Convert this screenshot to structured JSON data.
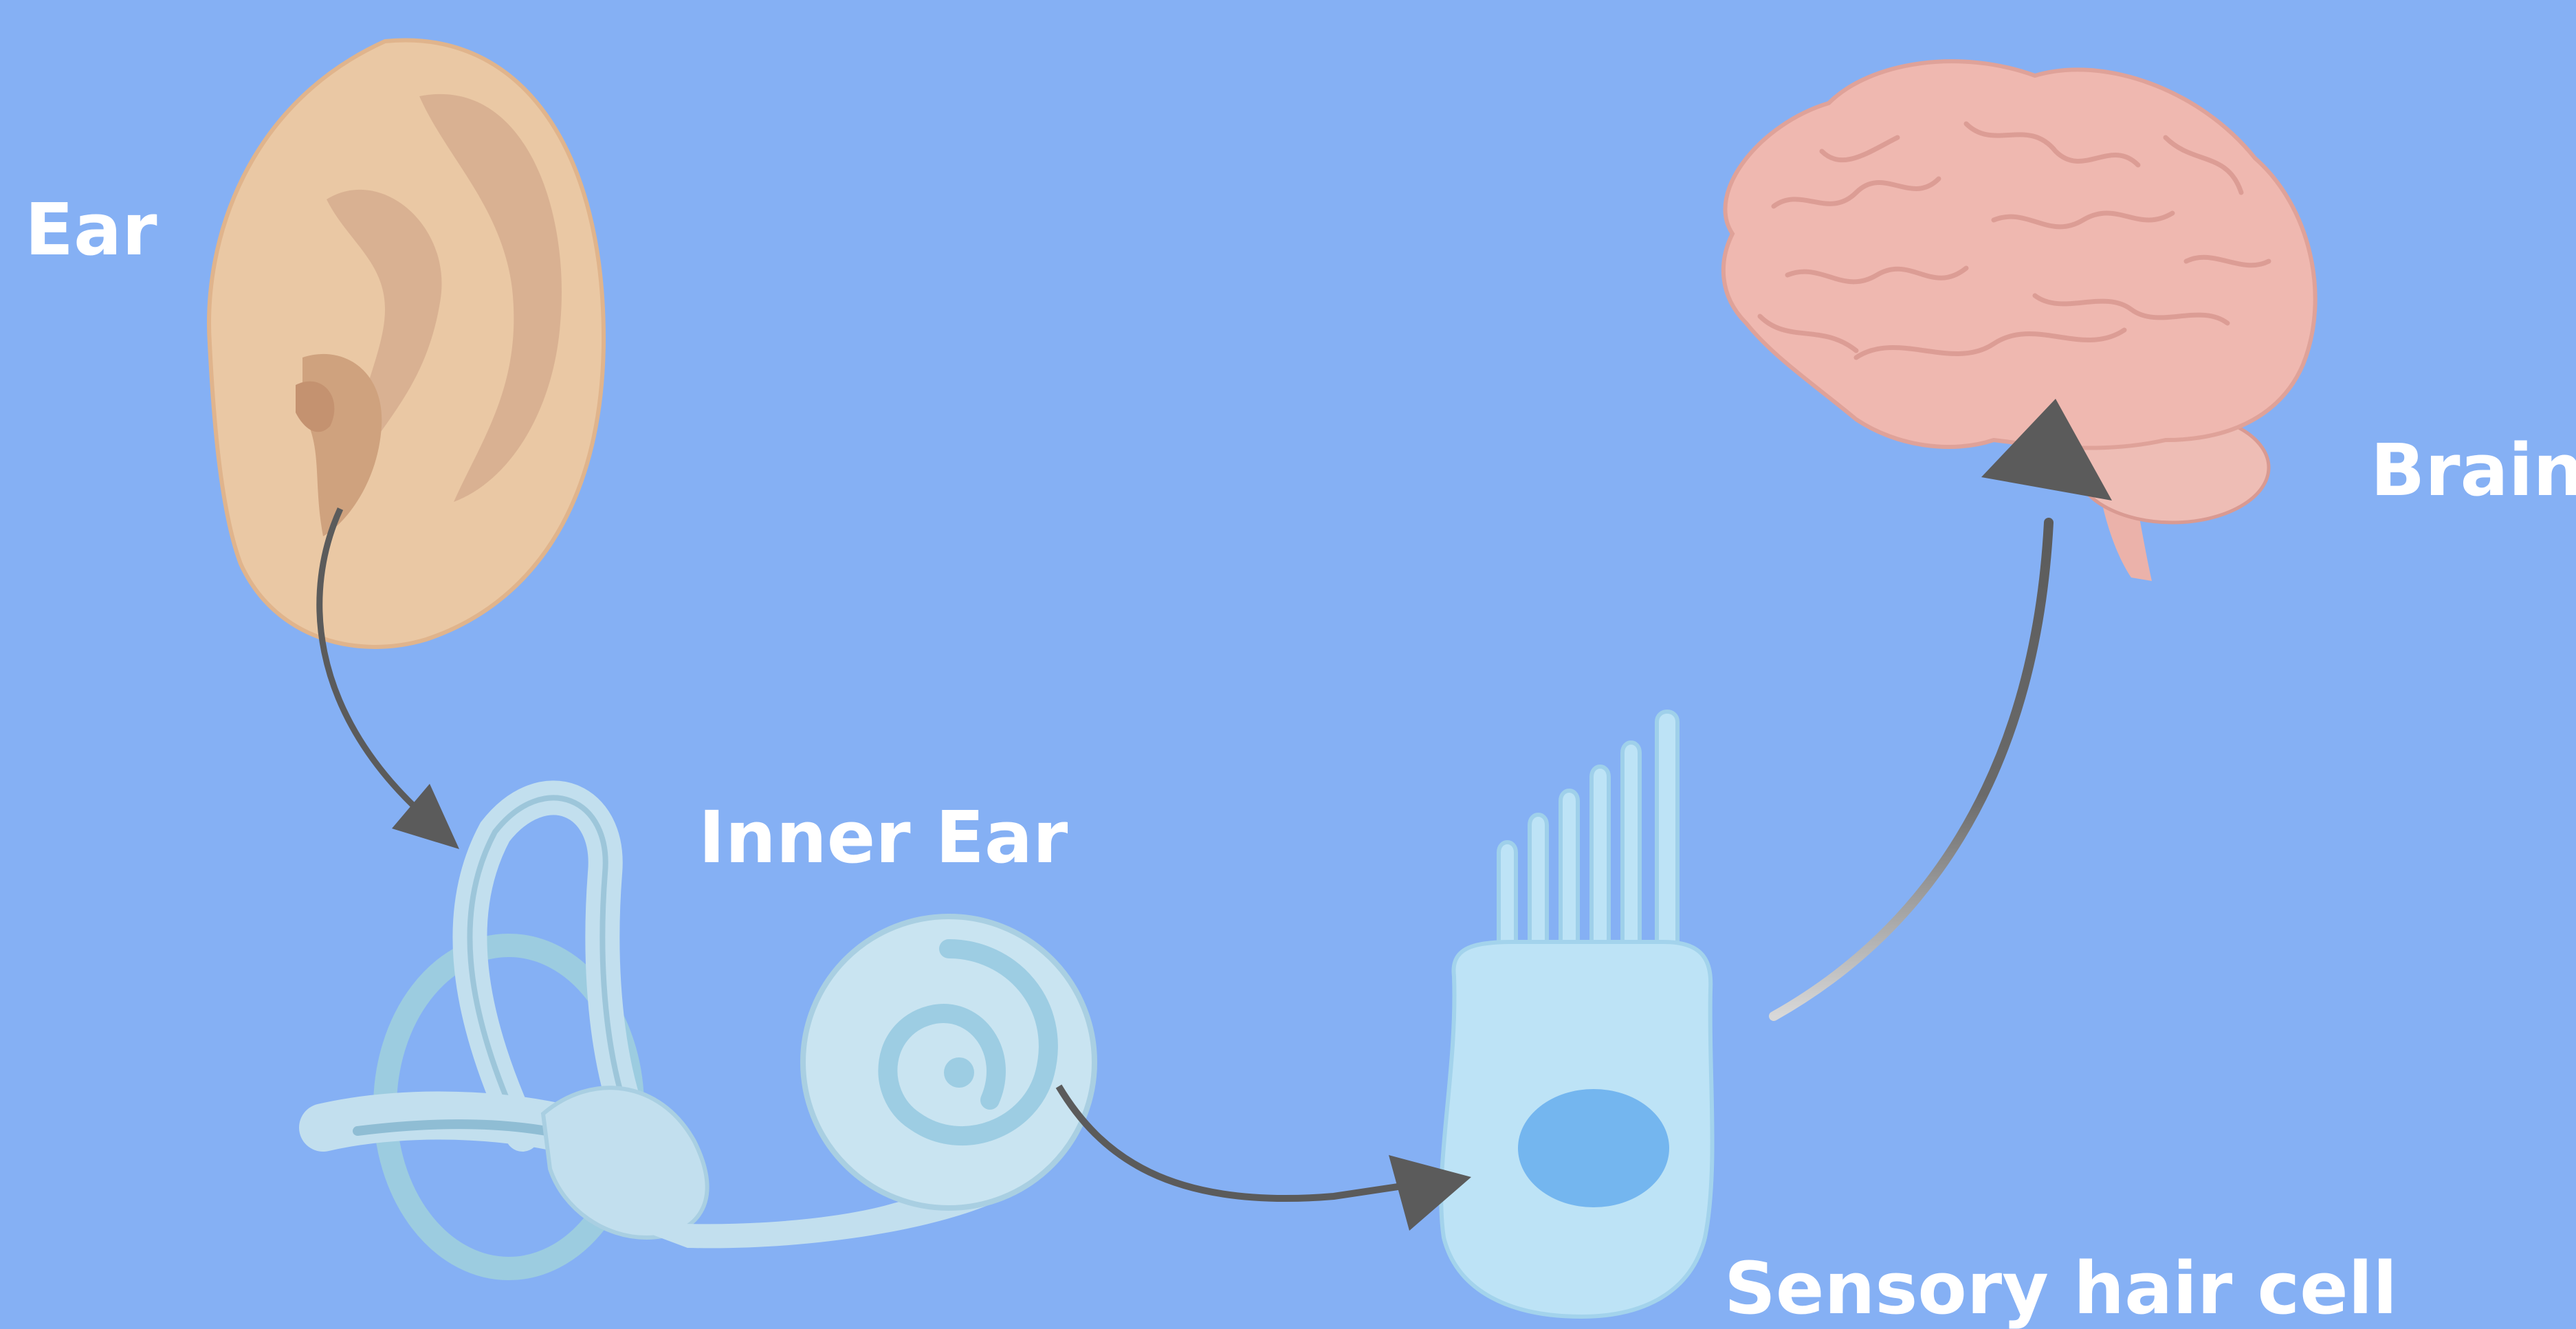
{
  "colors": {
    "background": "#85b0f4",
    "label_text": "#ffffff",
    "arrow": "#5b5b5b",
    "ear_skin": "#eac8a4",
    "inner_ear": "#c2dfee",
    "hair_cell": "#bde3f6",
    "nucleus": "#74b6ef",
    "brain": "#efb8b0"
  },
  "labels": {
    "ear": "Ear",
    "inner_ear": "Inner Ear",
    "hair_cell": "Sensory hair cell",
    "brain": "Brain"
  },
  "icons": {
    "ear": "outer-ear-illustration",
    "inner_ear": "inner-ear-cochlea-illustration",
    "hair_cell": "sensory-hair-cell-illustration",
    "brain": "brain-illustration"
  },
  "flow": [
    "ear",
    "inner_ear",
    "hair_cell",
    "brain"
  ]
}
